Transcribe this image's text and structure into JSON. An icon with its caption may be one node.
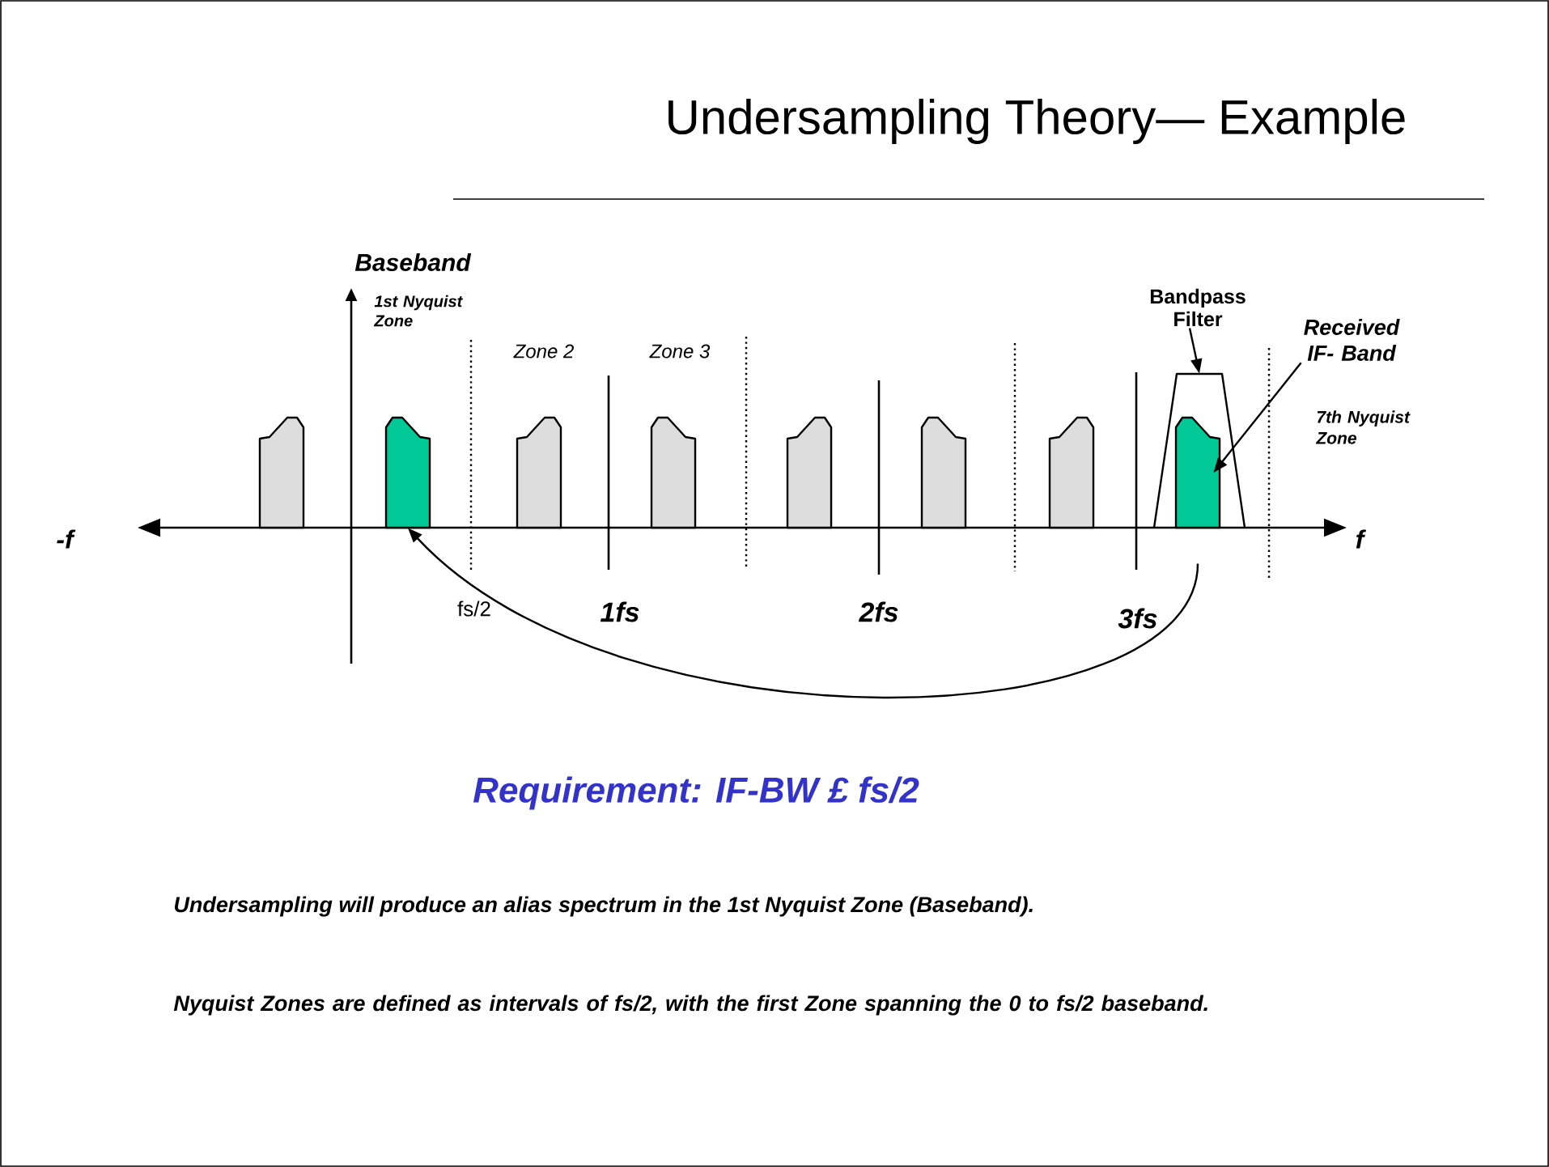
{
  "diagram": {
    "title": "Undersampling Theory— Example",
    "nodes": [
      {
        "text": [
          "Bandpass Filter"
        ]
      },
      {
        "text": [
          "Received IF- Band"
        ]
      },
      {
        "text": [],
        "shape": "trapezoid"
      },
      {
        "text": [],
        "shape": "bar"
      },
      {
        "text": [],
        "shape": "bar"
      },
      {
        "text": [],
        "shape": "bar"
      },
      {
        "text": [],
        "shape": "bar"
      },
      {
        "text": [],
        "shape": "bar"
      },
      {
        "text": [],
        "shape": "bar"
      },
      {
        "text": [],
        "shape": "bar"
      },
      {
        "text": [],
        "shape": "bar",
        "in": 2
      }
    ],
    "edges": [
      {
        "from": 0,
        "to": 2,
        "arrow": "to"
      },
      {
        "from": 1,
        "to": 10,
        "arrow": "to"
      },
      {
        "from": 10,
        "to": 4,
        "arrow": "to"
      }
    ],
    "labels": [
      "Baseband",
      "1st Nyquist Zone",
      "Zone 2",
      "Zone 3",
      "7th Nyquist Zone",
      "-f",
      "f",
      "fs/2",
      "1fs",
      "2fs",
      "3fs",
      "Requirement: IF-BW £ fs/2",
      "Undersampling will produce an alias spectrum in the 1st Nyquist Zone (Baseband).",
      "Nyquist Zones are defined as intervals of fs/2, with the first Zone spanning the 0 to fs/2 baseband."
    ]
  }
}
